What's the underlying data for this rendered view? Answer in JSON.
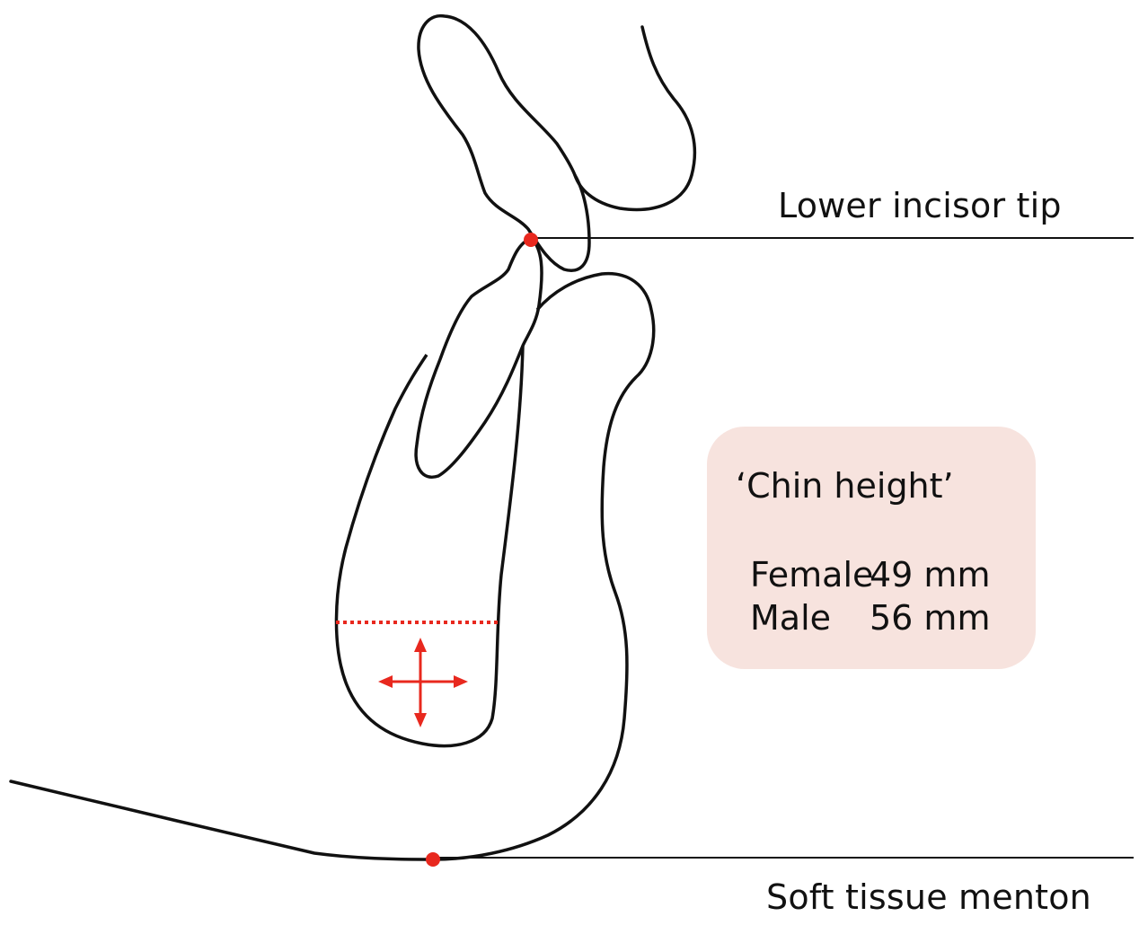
{
  "labels": {
    "lower_incisor_tip": "Lower incisor tip",
    "soft_tissue_menton": "Soft tissue menton"
  },
  "chin_height": {
    "title": "‘Chin height’",
    "rows": [
      {
        "label": "Female",
        "value": "49 mm"
      },
      {
        "label": "Male",
        "value": "56 mm"
      }
    ]
  },
  "colors": {
    "outline": "#111111",
    "accent": "#e8281e",
    "box_fill": "#f7e3de"
  }
}
